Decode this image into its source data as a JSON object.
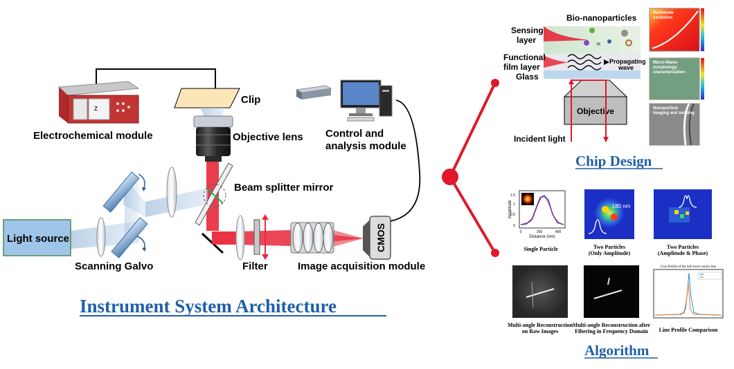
{
  "titles": {
    "main": "Instrument System Architecture",
    "chip": "Chip Design",
    "algorithm": "Algorithm"
  },
  "system_labels": {
    "electrochemical": "Electrochemical module",
    "clip": "Clip",
    "objective_lens": "Objective lens",
    "control_line1": "Control and",
    "control_line2": "analysis module",
    "beam_splitter": "Beam splitter mirror",
    "light_source": "Light source",
    "scanning_galvo": "Scanning Galvo",
    "filter": "Filter",
    "image_acq": "Image acquisition module",
    "cmos": "CMOS"
  },
  "chip_labels": {
    "bio": "Bio-nanoparticles",
    "sensing1": "Sensing",
    "sensing2": "layer",
    "functional1": "Functional",
    "functional2": "film layer",
    "glass": "Glass",
    "prop1": "Propagating",
    "prop2": "wave",
    "objective": "Objective",
    "incident": "Incident light",
    "inset1a": "Multimode",
    "inset1b": "excitation",
    "inset2a": "Micro-/Nano-",
    "inset2b": "morphology",
    "inset2c": "characterization",
    "inset3a": "Nanoparticle",
    "inset3b": "imaging and sensing"
  },
  "algo_labels": {
    "single": "Single Particle",
    "two_amp_1": "Two Particles",
    "two_amp_2": "(Only Amplitude)",
    "two_phase_1": "Two Particles",
    "two_phase_2": "(Amplitude & Phase)",
    "nm180": "180 nm",
    "multi_raw_1": "Multi-angle Reconstruction",
    "multi_raw_2": "on Raw Images",
    "multi_filt_1": "Multi-angle Reconstruction after",
    "multi_filt_2": "Filtering in Frequency Domain",
    "line_profile": "Line Profile Comparison",
    "profile_title": "Line Profile of the left lower corner line",
    "mini_xlabel": "Distance (nm)",
    "mini_ylabel": "Amplitude",
    "mini_ticks_x": [
      "0",
      "200",
      "400"
    ],
    "mini_ticks_y": [
      "1.5",
      "1",
      "0.5",
      "0"
    ]
  },
  "colors": {
    "title_blue": "#1f5fa8",
    "laser_red": "#e8283a",
    "beam_blue": "#a9c4e0",
    "light_source_fill": "#9fc5e8",
    "connector_red": "#e0182a"
  }
}
